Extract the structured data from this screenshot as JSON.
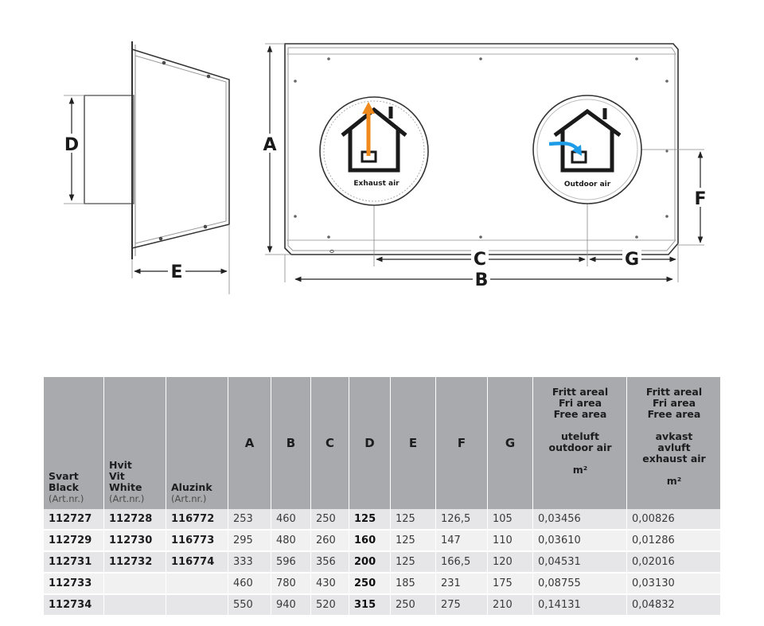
{
  "drawing": {
    "dimension_labels": {
      "A": "A",
      "B": "B",
      "C": "C",
      "D": "D",
      "E": "E",
      "F": "F",
      "G": "G"
    },
    "exhaust_label": "Exhaust air",
    "outdoor_label": "Outdoor air",
    "colors": {
      "exhaust_arrow": "#f08a1c",
      "outdoor_arrow": "#1c9be6",
      "line": "#555555"
    },
    "icons": [
      "house-icon",
      "up-arrow-icon",
      "curved-arrow-icon"
    ]
  },
  "table": {
    "headers": {
      "svart": [
        "Svart",
        "Black"
      ],
      "svart_sub": "(Art.nr.)",
      "hvit": [
        "Hvit",
        "Vit",
        "White"
      ],
      "hvit_sub": "(Art.nr.)",
      "aluzink": [
        "Aluzink"
      ],
      "aluzink_sub": "(Art.nr.)",
      "dims": [
        "A",
        "B",
        "C",
        "D",
        "E",
        "F",
        "G"
      ],
      "area_out": [
        "Fritt areal",
        "Fri area",
        "Free area",
        "uteluft",
        "outdoor air",
        "m²"
      ],
      "area_ex": [
        "Fritt areal",
        "Fri area",
        "Free area",
        "avkast",
        "avluft",
        "exhaust air",
        "m²"
      ]
    },
    "rows": [
      [
        "112727",
        "112728",
        "116772",
        "253",
        "460",
        "250",
        "125",
        "125",
        "126,5",
        "105",
        "0,03456",
        "0,00826"
      ],
      [
        "112729",
        "112730",
        "116773",
        "295",
        "480",
        "260",
        "160",
        "125",
        "147",
        "110",
        "0,03610",
        "0,01286"
      ],
      [
        "112731",
        "112732",
        "116774",
        "333",
        "596",
        "356",
        "200",
        "125",
        "166,5",
        "120",
        "0,04531",
        "0,02016"
      ],
      [
        "112733",
        "",
        "",
        "460",
        "780",
        "430",
        "250",
        "185",
        "231",
        "175",
        "0,08755",
        "0,03130"
      ],
      [
        "112734",
        "",
        "",
        "550",
        "940",
        "520",
        "315",
        "250",
        "275",
        "210",
        "0,14131",
        "0,04832"
      ]
    ]
  }
}
